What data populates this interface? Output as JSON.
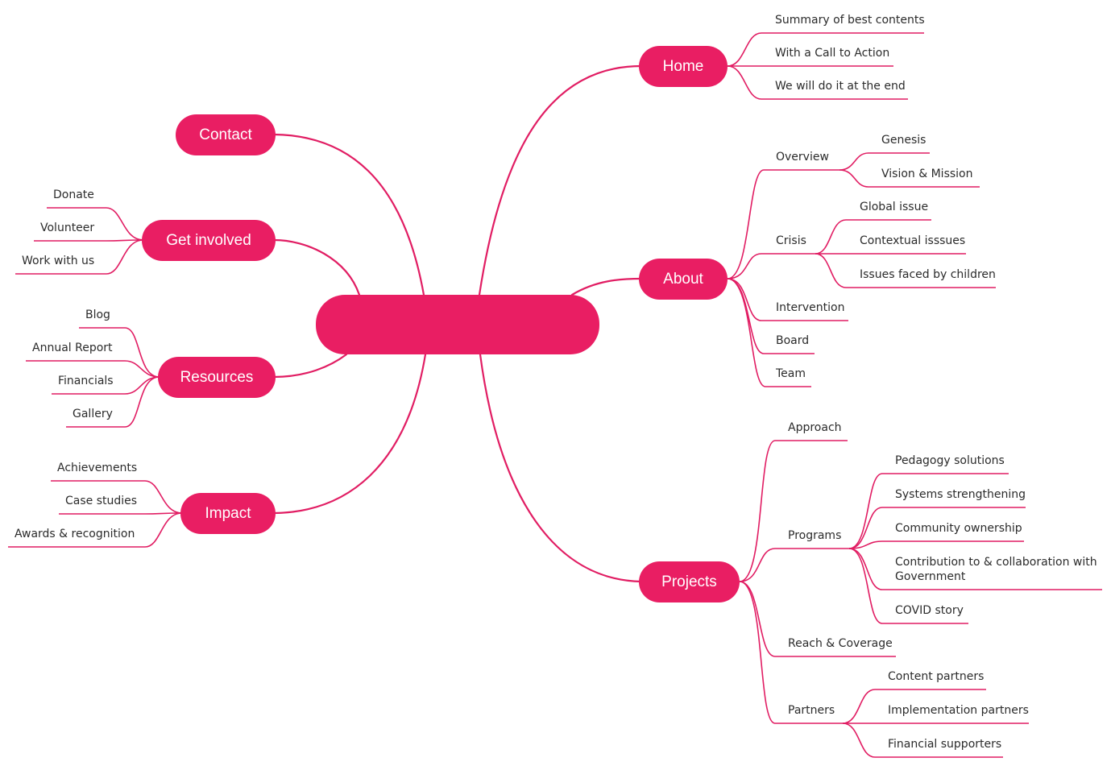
{
  "mindmap": {
    "root": {
      "label": ""
    },
    "accent_color": "#e91e63",
    "branches": {
      "home": {
        "label": "Home",
        "children": [
          "Summary of best contents",
          "With a Call to Action",
          "We will do it at the end"
        ]
      },
      "about": {
        "label": "About",
        "overview": {
          "label": "Overview",
          "children": [
            "Genesis",
            "Vision & Mission"
          ]
        },
        "crisis": {
          "label": "Crisis",
          "children": [
            "Global issue",
            "Contextual isssues",
            "Issues faced by children"
          ]
        },
        "others": [
          "Intervention",
          "Board",
          "Team"
        ]
      },
      "projects": {
        "label": "Projects",
        "approach": "Approach",
        "programs": {
          "label": "Programs",
          "children": [
            "Pedagogy solutions",
            "Systems strengthening",
            "Community ownership",
            "Contribution to & collaboration with Government",
            "COVID story"
          ]
        },
        "reach": "Reach & Coverage",
        "partners": {
          "label": "Partners",
          "children": [
            "Content partners",
            "Implementation partners",
            "Financial supporters"
          ]
        }
      },
      "contact": {
        "label": "Contact"
      },
      "get_involved": {
        "label": "Get involved",
        "children": [
          "Donate",
          "Volunteer",
          "Work with us"
        ]
      },
      "resources": {
        "label": "Resources",
        "children": [
          "Blog",
          "Annual Report",
          "Financials",
          "Gallery"
        ]
      },
      "impact": {
        "label": "Impact",
        "children": [
          "Achievements",
          "Case studies",
          "Awards & recognition"
        ]
      }
    }
  }
}
